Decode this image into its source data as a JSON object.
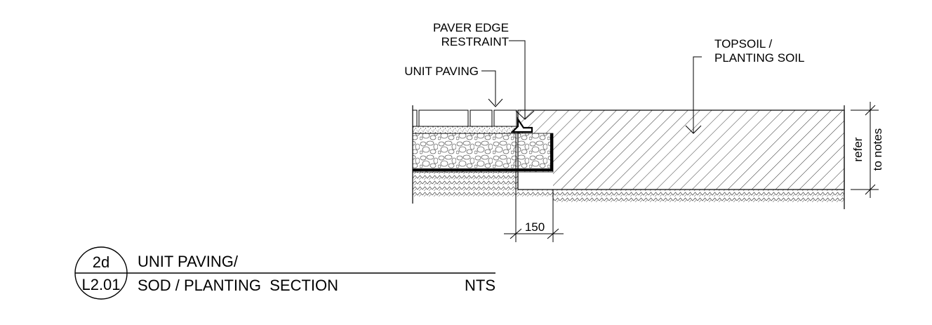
{
  "labels": {
    "paver_edge_line1": "PAVER EDGE",
    "paver_edge_line2": "RESTRAINT",
    "unit_paving": "UNIT PAVING",
    "topsoil_line1": "TOPSOIL /",
    "topsoil_line2": "PLANTING SOIL",
    "dimension_width": "150",
    "dimension_depth_line1": "refer",
    "dimension_depth_line2": "to notes"
  },
  "title_block": {
    "detail_number": "2d",
    "sheet_number": "L2.01",
    "title_line1": "UNIT PAVING/",
    "title_line2": "SOD / PLANTING  SECTION",
    "scale": "NTS"
  },
  "colors": {
    "line": "#000000",
    "background": "#ffffff"
  }
}
